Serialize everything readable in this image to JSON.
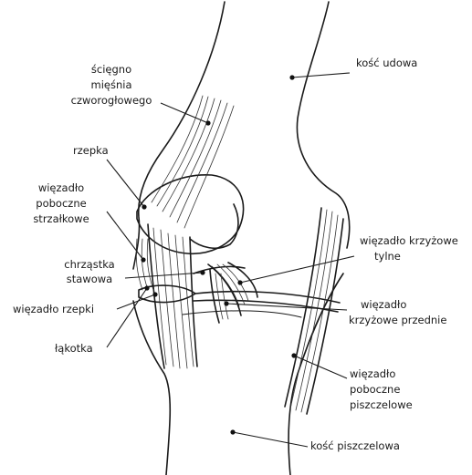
{
  "labels": {
    "kosc_udowa": "kość udowa",
    "sciegno": [
      "ścięgno",
      "mięśnia",
      "czworogłowego"
    ],
    "rzepka": "rzepka",
    "wiezadlo_strzalkowe": [
      "więzadło",
      "poboczne",
      "strzałkowe"
    ],
    "chrzastka": [
      "chrząstka",
      "stawowa"
    ],
    "wiezadlo_rzepki": "więzadło rzepki",
    "lakotka": "łąkotka",
    "krzyzowe_tylne": [
      "więzadło krzyżowe",
      "tylne"
    ],
    "krzyzowe_przednie": [
      "więzadło",
      "krzyżowe przednie"
    ],
    "wiezadlo_piszczelowe": [
      "więzadło",
      "poboczne",
      "piszczelowe"
    ],
    "kosc_piszczelowa": "kość piszczelowa"
  }
}
